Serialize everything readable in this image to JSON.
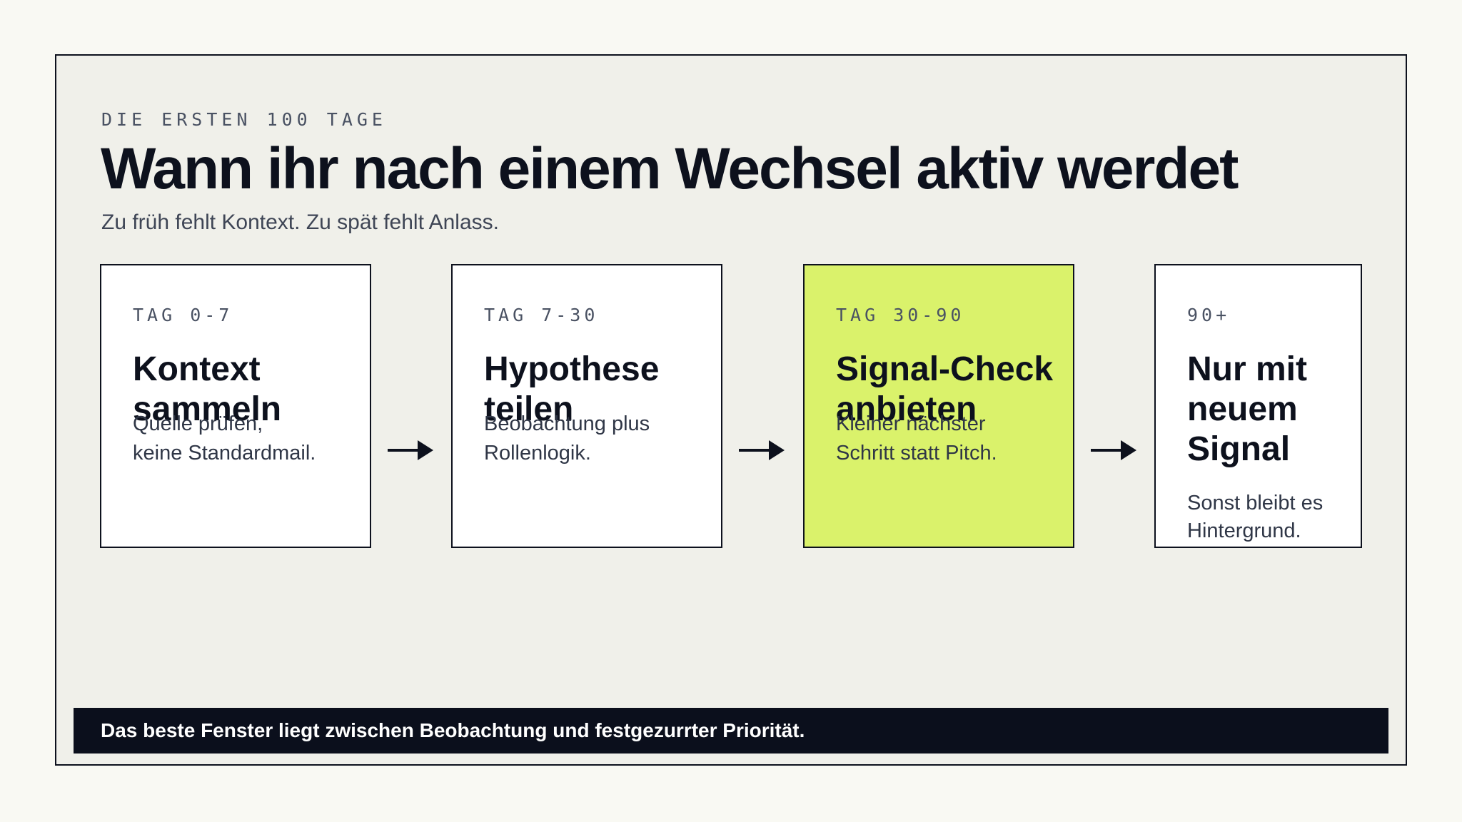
{
  "header": {
    "eyebrow": "DIE ERSTEN 100 TAGE",
    "title": "Wann ihr nach einem Wechsel aktiv werdet",
    "subtitle": "Zu früh fehlt Kontext. Zu spät fehlt Anlass."
  },
  "steps": [
    {
      "label": "TAG 0-7",
      "title": "Kontext\nsammeln",
      "description": "Quelle prüfen,\nkeine Standardmail."
    },
    {
      "label": "TAG 7-30",
      "title": "Hypothese\nteilen",
      "description": "Beobachtung plus\nRollenlogik."
    },
    {
      "label": "TAG 30-90",
      "title": "Signal-Check\nanbieten",
      "description": "Kleiner nächster\nSchritt statt Pitch."
    },
    {
      "label": "90+",
      "title": "Nur mit\nneuem\nSignal",
      "description": "Sonst bleibt es\nHintergrund."
    }
  ],
  "footer": {
    "text": "Das beste Fenster liegt zwischen Beobachtung und festgezurrter Priorität."
  },
  "colors": {
    "ink": "#0d111d",
    "panel": "#f0f0ea",
    "card": "#ffffff",
    "highlight": "#daf26b",
    "footer_bar": "#0b0f1c"
  },
  "icons": {
    "connector": "arrow-right-icon"
  }
}
